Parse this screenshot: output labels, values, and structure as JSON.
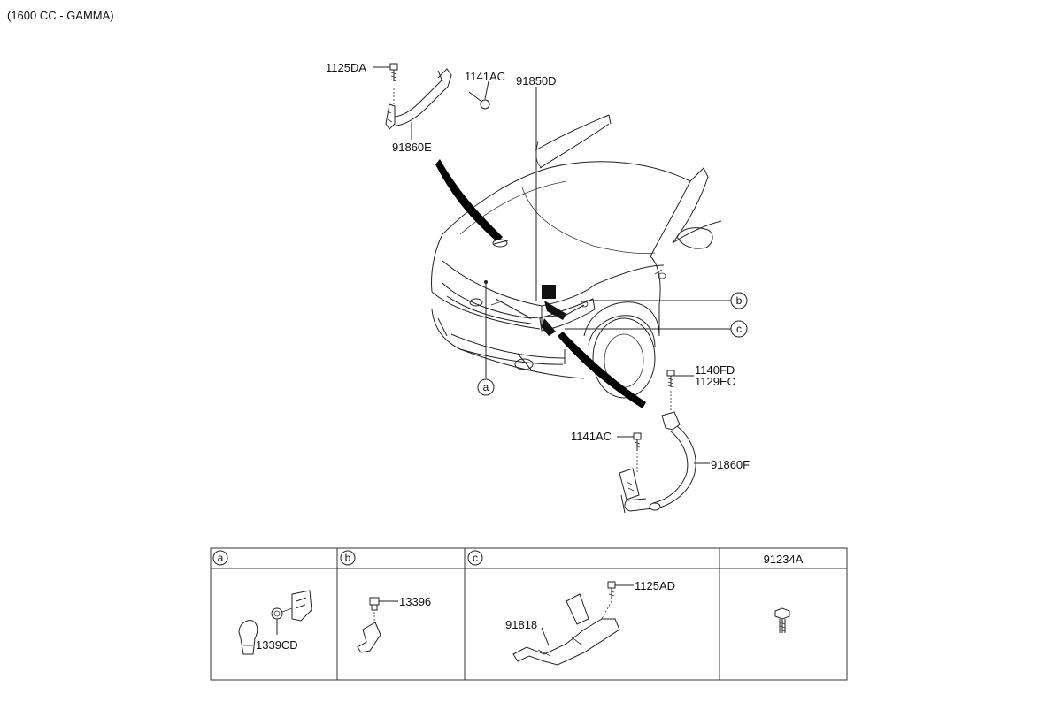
{
  "header": {
    "engine_note": "(1600 CC - GAMMA)"
  },
  "callouts": {
    "c_1125DA": "1125DA",
    "c_1141AC_top": "1141AC",
    "c_91850D": "91850D",
    "c_91860E": "91860E",
    "c_1140FD": "1140FD",
    "c_1129EC": "1129EC",
    "c_1141AC_bottom": "1141AC",
    "c_91860F": "91860F"
  },
  "markers": {
    "a": "a",
    "b": "b",
    "c": "c"
  },
  "table": {
    "headers": {
      "a": "a",
      "b": "b",
      "c": "c",
      "d": "91234A"
    },
    "cells": {
      "a_part": "1339CD",
      "b_part": "13396",
      "c_part1": "91818",
      "c_part2": "1125AD"
    }
  }
}
